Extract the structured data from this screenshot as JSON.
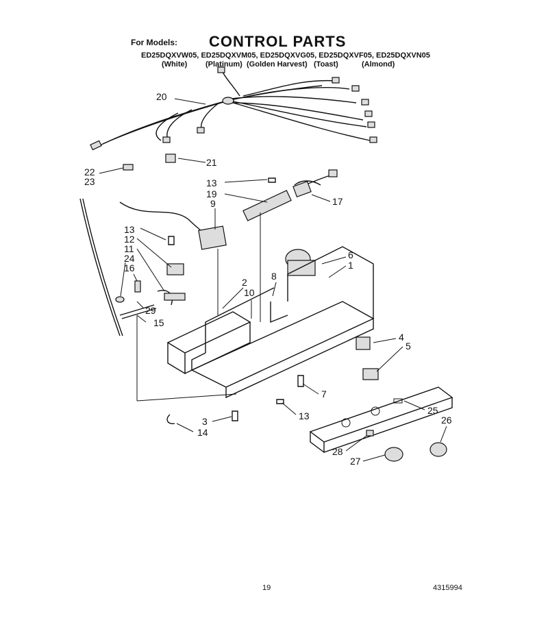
{
  "header": {
    "for_models": "For Models:",
    "title": "CONTROL PARTS",
    "models": [
      "ED25DQXVW05,",
      "ED25DQXVM05,",
      "ED25DQXVG05,",
      "ED25DQXVF05,",
      "ED25DQXVN05"
    ],
    "colors": [
      "(White)",
      "(Platinum)",
      "(Golden Harvest)",
      "(Toast)",
      "(Almond)"
    ]
  },
  "callouts": [
    "20",
    "21",
    "22",
    "23",
    "13",
    "19",
    "17",
    "9",
    "13",
    "12",
    "11",
    "24",
    "16",
    "29",
    "15",
    "2",
    "10",
    "8",
    "6",
    "1",
    "4",
    "5",
    "7",
    "13",
    "25",
    "26",
    "3",
    "14",
    "28",
    "27"
  ],
  "footer": {
    "page_number": "19",
    "document_number": "4315994"
  }
}
